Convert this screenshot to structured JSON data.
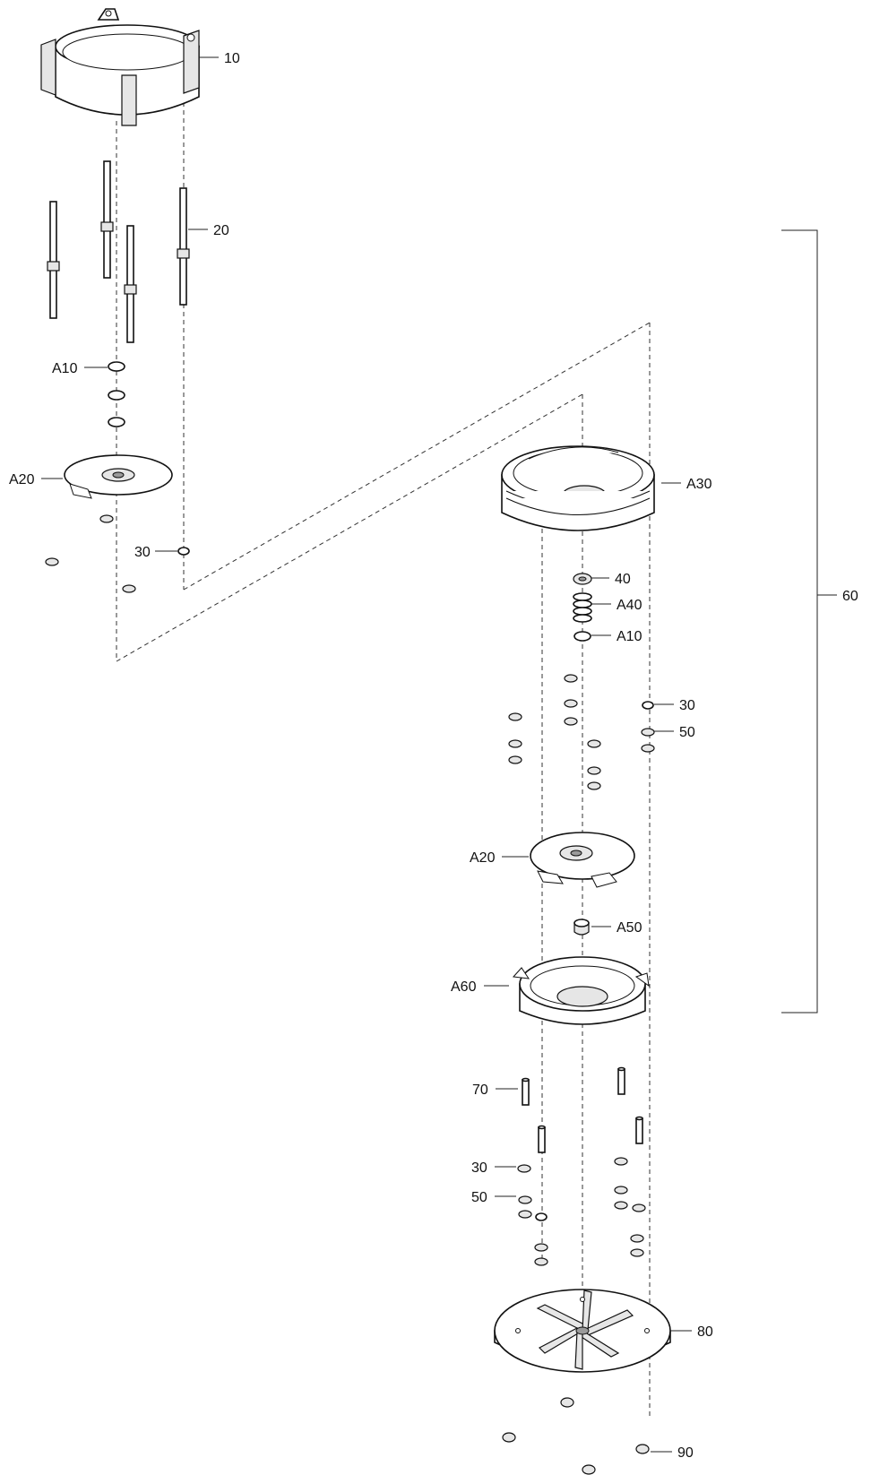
{
  "callouts": {
    "c10": "10",
    "c20": "20",
    "a10_left": "A10",
    "a20_left": "A20",
    "c30_left": "30",
    "a30": "A30",
    "c40": "40",
    "a40": "A40",
    "a10_right": "A10",
    "c30_right": "30",
    "c50_right": "50",
    "c60": "60",
    "a20_right": "A20",
    "a50": "A50",
    "a60": "A60",
    "c70": "70",
    "c30_lower": "30",
    "c50_lower": "50",
    "c80": "80",
    "c90": "90"
  }
}
